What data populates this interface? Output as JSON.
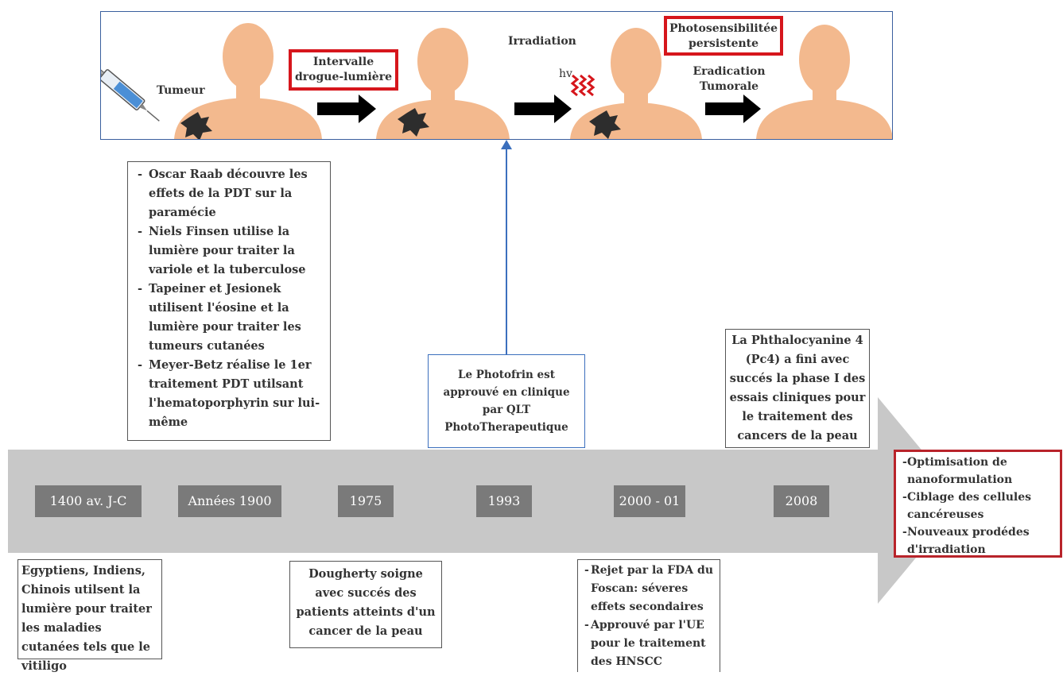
{
  "panel": {
    "tumor_label": "Tumeur",
    "interval_label": "Intervalle drogue-lumière",
    "irradiation_label": "Irradiation",
    "hv_label": "hv",
    "photosens_label": "Photosensibilitée persistente",
    "eradication_label": "Eradication Tumorale"
  },
  "years": [
    "1400 av. J-C",
    "Années 1900",
    "1975",
    "1993",
    "2000 - 01",
    "2008"
  ],
  "events": {
    "ancient": "Egyptiens, Indiens, Chinois utilsent la lumière pour traiter les maladies cutanées tels que le vitiligo",
    "early1900_items": [
      "Oscar Raab découvre les effets de la PDT sur la paramécie",
      "Niels Finsen utilise la lumière pour traiter la variole et la tuberculose",
      "Tapeiner et Jesionek utilisent l'éosine et la lumière pour traiter les tumeurs cutanées",
      "Meyer-Betz réalise le 1er traitement PDT utilsant l'hematoporphyrin sur lui-même"
    ],
    "y1975": "Dougherty soigne avec succés des patients atteints d'un cancer de la peau",
    "y1993": "Le Photofrin est approuvé en clinique par QLT PhotoTherapeutique",
    "y2000_items": [
      "Rejet par la FDA du Foscan: séveres effets secondaires",
      "Approuvé par l'UE pour le traitement des HNSCC"
    ],
    "y2008": "La Phthalocyanine 4 (Pc4) a fini avec succés la phase I des essais cliniques pour le traitement des cancers de la peau",
    "future_items": [
      "Optimisation de nanoformulation",
      "Ciblage des cellules cancéreuses",
      "Nouveaux prodédes d'irradiation"
    ]
  },
  "colors": {
    "skin": "#f3b98e",
    "tumor": "#2d2d2d",
    "highlight_red": "#d6161c",
    "connector_blue": "#3b6fbd",
    "timeline_gray": "#c8c8c8",
    "year_box": "#7a7a7a"
  }
}
